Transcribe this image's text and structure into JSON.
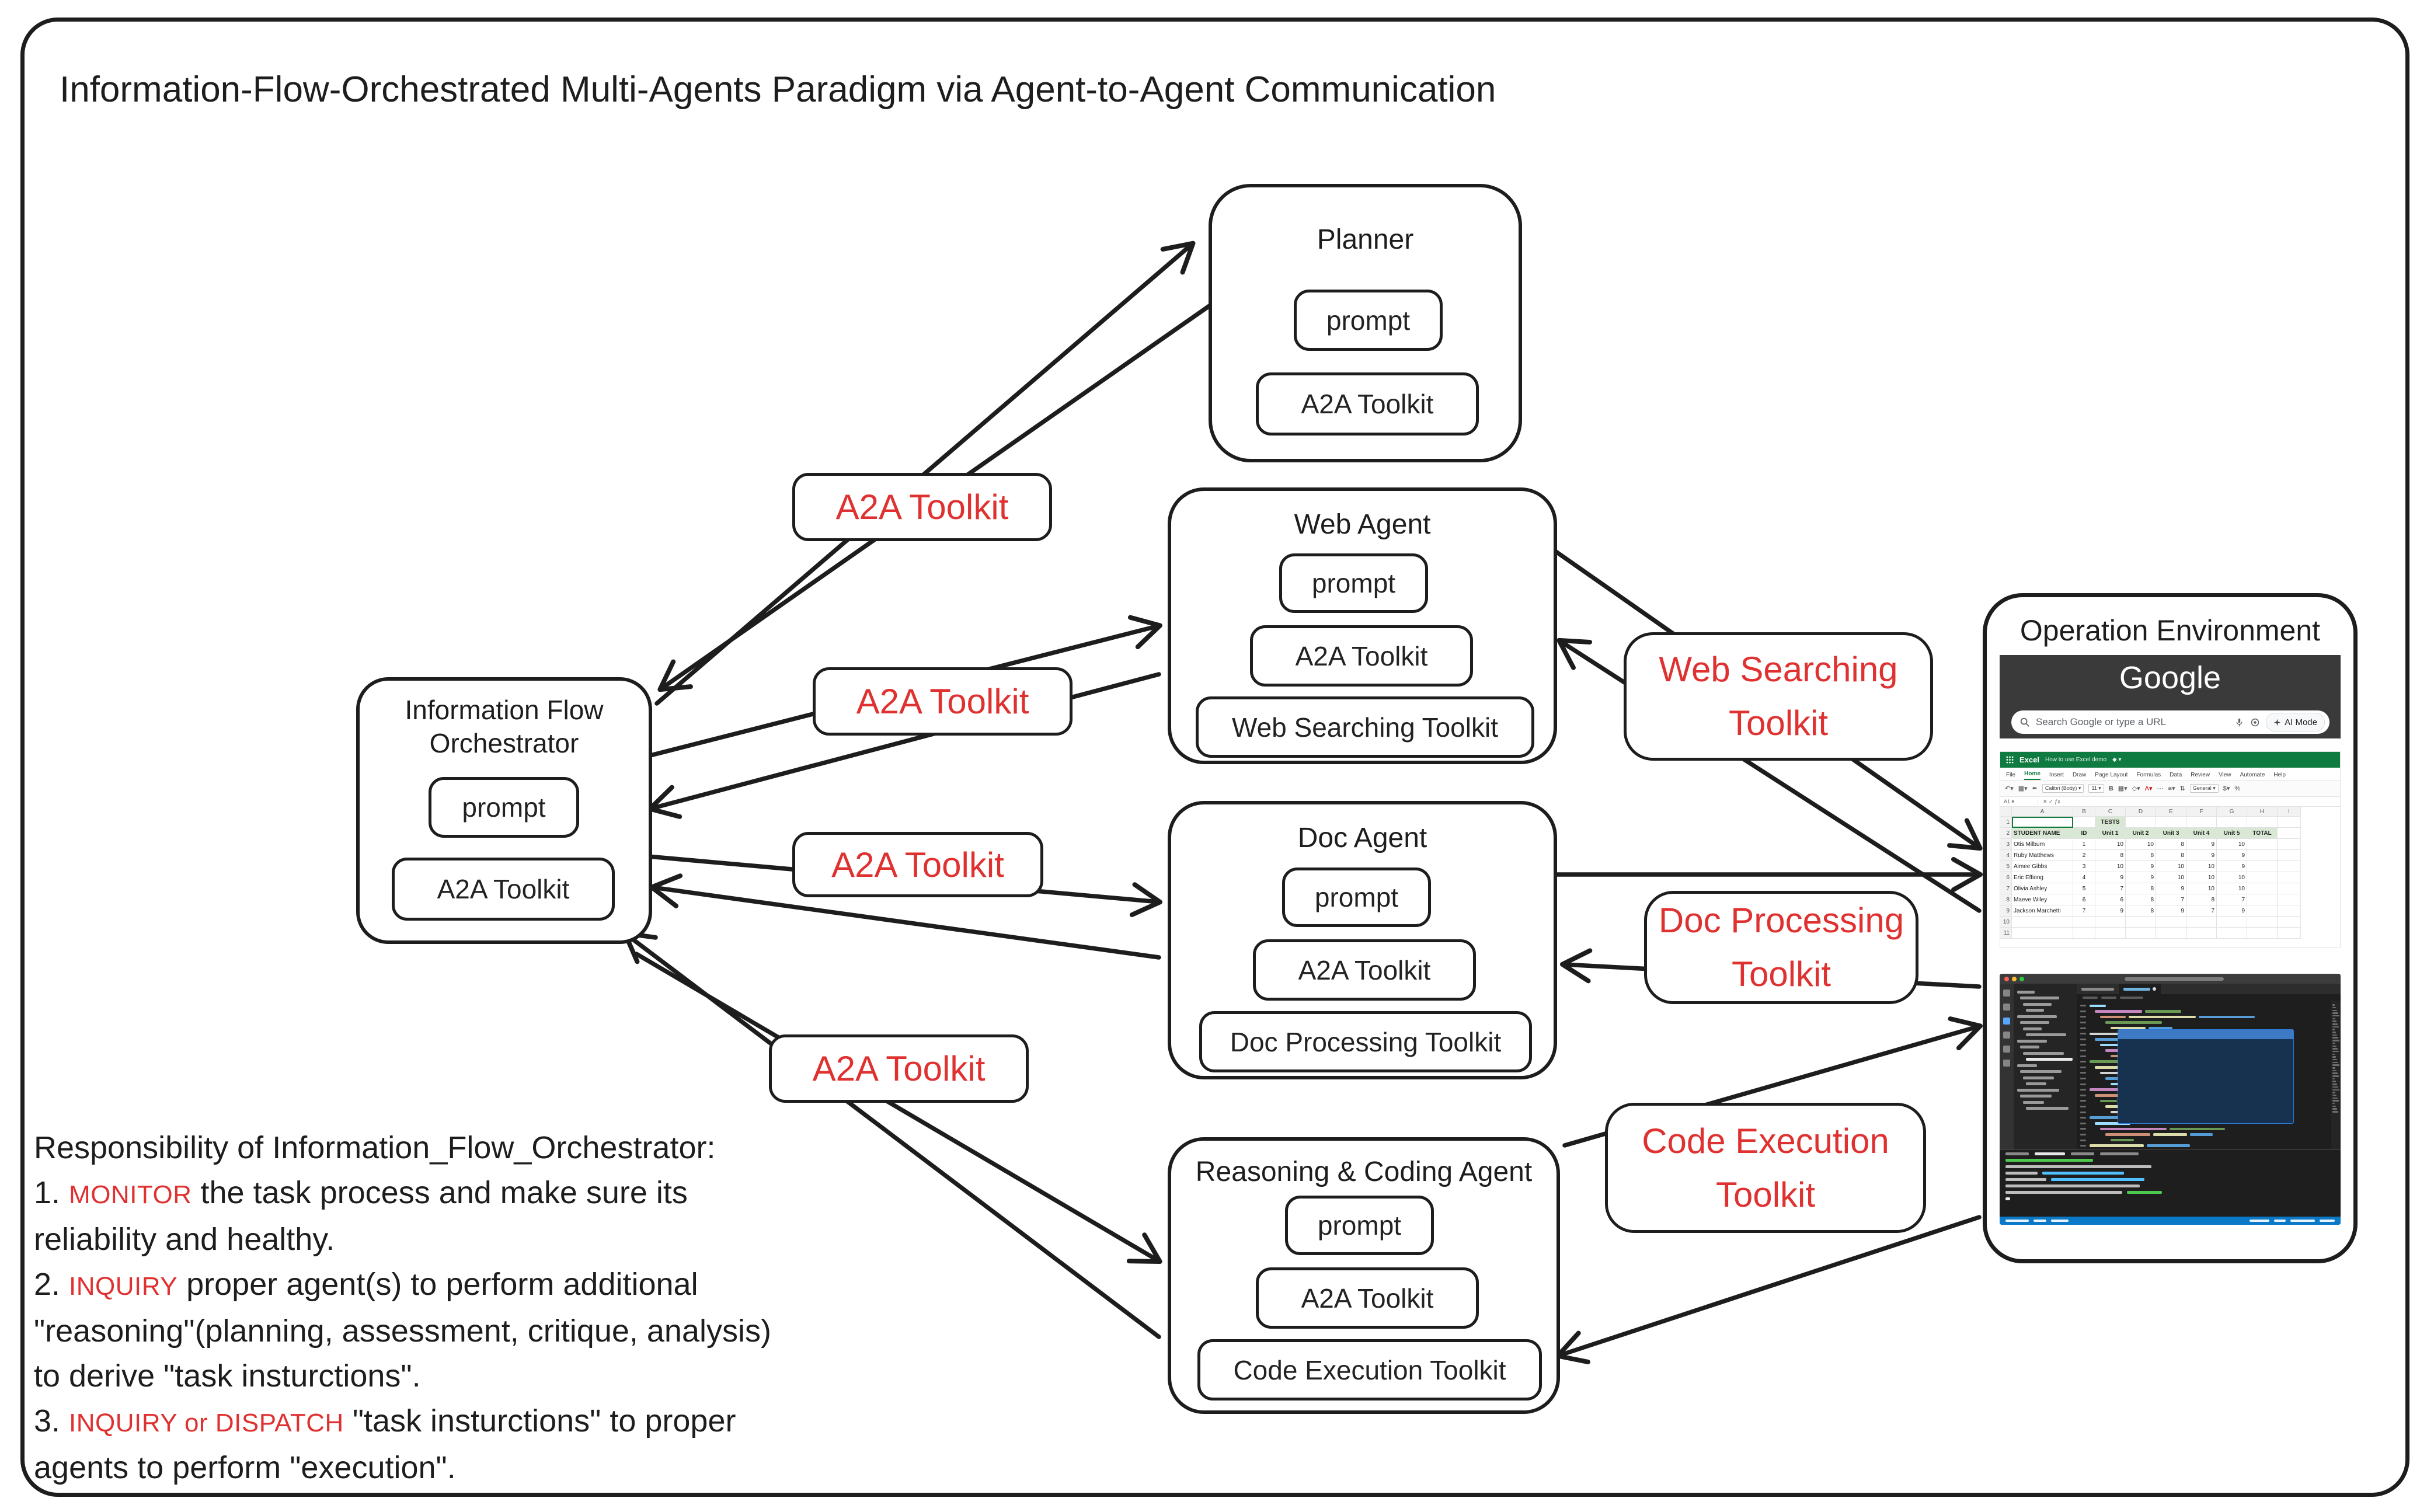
{
  "colors": {
    "red": "#e03131",
    "ink": "#1d1d1d",
    "excel_green": "#0f7b40",
    "status_blue": "#0a79c7"
  },
  "title": "Information-Flow-Orchestrated Multi-Agents Paradigm via Agent-to-Agent Communication",
  "orchestrator": {
    "name": "Information Flow Orchestrator",
    "chips": [
      "prompt",
      "A2A Toolkit"
    ]
  },
  "agents": [
    {
      "name": "Planner",
      "chips": [
        "prompt",
        "A2A Toolkit"
      ]
    },
    {
      "name": "Web Agent",
      "chips": [
        "prompt",
        "A2A Toolkit",
        "Web Searching Toolkit"
      ]
    },
    {
      "name": "Doc Agent",
      "chips": [
        "prompt",
        "A2A Toolkit",
        "Doc Processing Toolkit"
      ]
    },
    {
      "name": "Reasoning & Coding Agent",
      "chips": [
        "prompt",
        "A2A Toolkit",
        "Code Execution Toolkit"
      ]
    }
  ],
  "link_labels": {
    "a2a": "A2A Toolkit",
    "web": "Web Searching Toolkit",
    "doc": "Doc Processing Toolkit",
    "code": "Code Execution Toolkit"
  },
  "operation_environment": {
    "title": "Operation Environment",
    "browser": {
      "logo": "Google",
      "search_placeholder": "Search Google or type a URL",
      "ai_mode_label": "AI Mode"
    },
    "excel": {
      "app_name": "Excel",
      "doc_title": "How to use Excel demo",
      "menu_tabs": [
        "File",
        "Home",
        "Insert",
        "Draw",
        "Page Layout",
        "Formulas",
        "Data",
        "Review",
        "View",
        "Automate",
        "Help"
      ],
      "font_name": "Calibri (Body)",
      "font_size": "11",
      "number_format": "General",
      "cell_ref": "A1",
      "col_letters": [
        "A",
        "B",
        "C",
        "D",
        "E",
        "F",
        "G",
        "H",
        "I"
      ],
      "row1_label": "TESTS",
      "headers": [
        "STUDENT NAME",
        "ID",
        "Unit 1",
        "Unit 2",
        "Unit 3",
        "Unit 4",
        "Unit 5",
        "TOTAL"
      ],
      "rows": [
        [
          "Otis Milburn",
          "1",
          "10",
          "10",
          "8",
          "9",
          "10",
          ""
        ],
        [
          "Ruby Matthews",
          "2",
          "8",
          "8",
          "8",
          "9",
          "9",
          ""
        ],
        [
          "Aimee Gibbs",
          "3",
          "10",
          "9",
          "10",
          "10",
          "9",
          ""
        ],
        [
          "Eric Effiong",
          "4",
          "9",
          "9",
          "10",
          "10",
          "10",
          ""
        ],
        [
          "Olivia Ashley",
          "5",
          "7",
          "8",
          "9",
          "10",
          "10",
          ""
        ],
        [
          "Maeve Wiley",
          "6",
          "6",
          "8",
          "7",
          "8",
          "7",
          ""
        ],
        [
          "Jackson Marchetti",
          "7",
          "9",
          "8",
          "9",
          "7",
          "9",
          ""
        ]
      ],
      "empty_row_numbers": [
        "10",
        "11"
      ]
    }
  },
  "responsibility": {
    "lines": [
      [
        {
          "t": "Responsibility of Information_Flow_Orchestrator:"
        }
      ],
      [
        {
          "t": "1. "
        },
        {
          "t": "MONITOR",
          "red": true
        },
        {
          "t": " the task process and make sure its"
        }
      ],
      [
        {
          "t": "reliability and healthy."
        }
      ],
      [
        {
          "t": "2.  "
        },
        {
          "t": "INQUIRY",
          "red": true
        },
        {
          "t": " proper agent(s) to perform additional"
        }
      ],
      [
        {
          "t": "\"reasoning\"(planning, assessment, critique, analysis)"
        }
      ],
      [
        {
          "t": "to derive \"task insturctions\"."
        }
      ],
      [
        {
          "t": "3. "
        },
        {
          "t": "INQUIRY or DISPATCH",
          "red": true
        },
        {
          "t": " \"task insturctions\" to proper"
        }
      ],
      [
        {
          "t": "agents to perform \"execution\"."
        }
      ]
    ]
  }
}
